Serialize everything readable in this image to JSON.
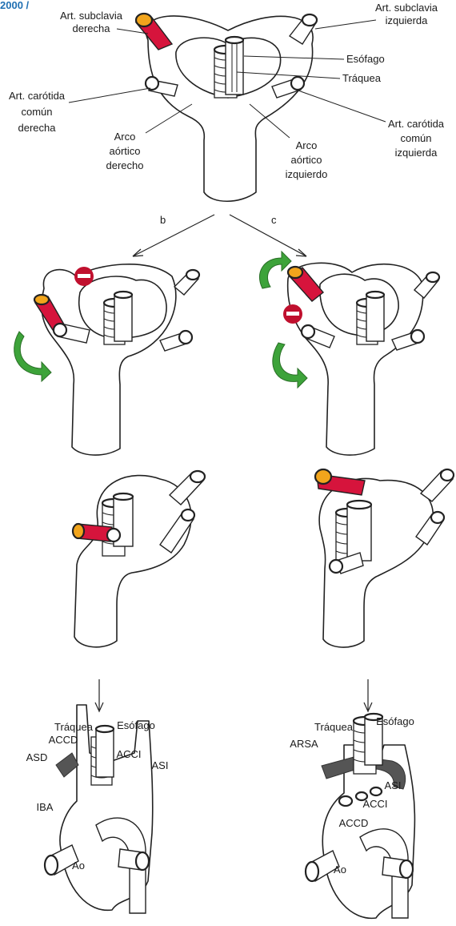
{
  "header_fragment": "2000 /",
  "panel_a": {
    "art_subclavia_derecha": [
      "Art. subclavia",
      "derecha"
    ],
    "art_subclavia_izquierda": [
      "Art. subclavia",
      "izquierda"
    ],
    "esofago": "Esófago",
    "traquea": "Tráquea",
    "art_carotida_derecha": [
      "Art. carótida",
      "común",
      "derecha"
    ],
    "art_carotida_izquierda": [
      "Art. carótida",
      "común",
      "izquierda"
    ],
    "arco_derecho": [
      "Arco",
      "aórtico",
      "derecho"
    ],
    "arco_izquierdo": [
      "Arco",
      "aórtico",
      "izquierdo"
    ]
  },
  "branch_labels": {
    "left": "b",
    "right": "c"
  },
  "panel_left_bottom": {
    "traquea": "Tráquea",
    "esofago": "Esófago",
    "accd": "ACCD",
    "acci": "ACCI",
    "asd": "ASD",
    "asi": "ASI",
    "iba": "IBA",
    "ao": "Ao"
  },
  "panel_right_bottom": {
    "traquea": "Tráquea",
    "esofago": "Esófago",
    "arsa": "ARSA",
    "asi": "ASI",
    "acci": "ACCI",
    "accd": "ACCD",
    "ao": "Ao"
  },
  "colors": {
    "removed_vessel": "#d6143c",
    "vessel_lumen": "#f2a51c",
    "rotation_arrow": "#3da33a",
    "regression_sign": "#c0102e",
    "aberrant_artery": "#555555"
  }
}
